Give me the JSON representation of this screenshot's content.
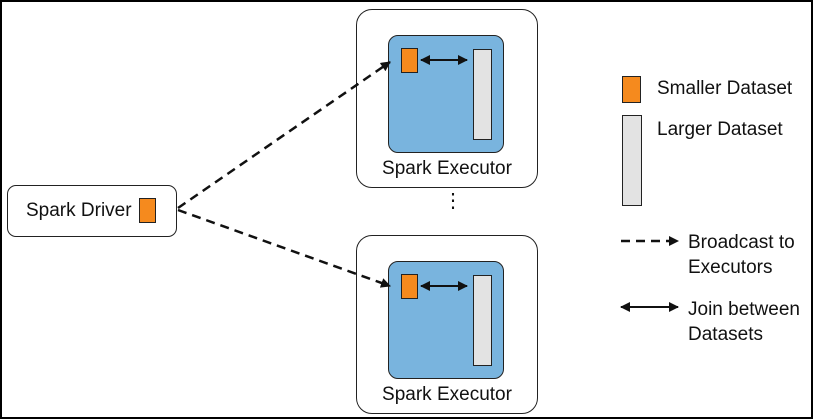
{
  "driver": {
    "label": "Spark Driver"
  },
  "executors": [
    {
      "label": "Spark Executor"
    },
    {
      "label": "Spark Executor"
    }
  ],
  "ellipsis": "⋮",
  "legend": {
    "smaller": "Smaller Dataset",
    "larger": "Larger Dataset",
    "broadcast_line1": "Broadcast to",
    "broadcast_line2": "Executors",
    "join_line1": "Join between",
    "join_line2": "Datasets"
  },
  "colors": {
    "smaller_dataset": "#f58a1e",
    "larger_dataset": "#e3e3e3",
    "executor_inner": "#79b4de"
  }
}
